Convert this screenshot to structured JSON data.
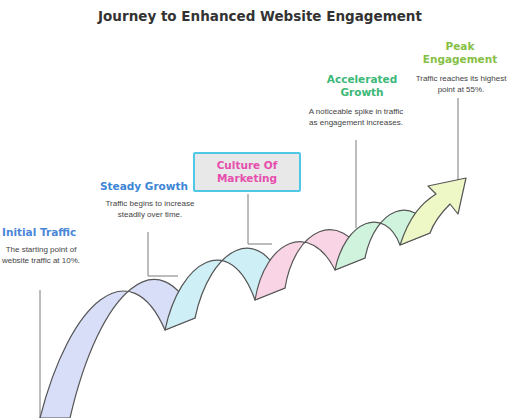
{
  "diagram": {
    "title": "Journey to Enhanced Website Engagement",
    "nodes": [
      {
        "text": [
          "Culture Of Marketing"
        ]
      }
    ],
    "labels": [
      "Initial Traffic",
      "The starting point of website traffic at 10%.",
      "Steady Growth",
      "Traffic begins to increase steadily over time.",
      "Accelerated Growth",
      "A noticeable spike in traffic as engagement increases.",
      "Peak Engagement",
      "Traffic reaches its highest point at 55%."
    ]
  }
}
